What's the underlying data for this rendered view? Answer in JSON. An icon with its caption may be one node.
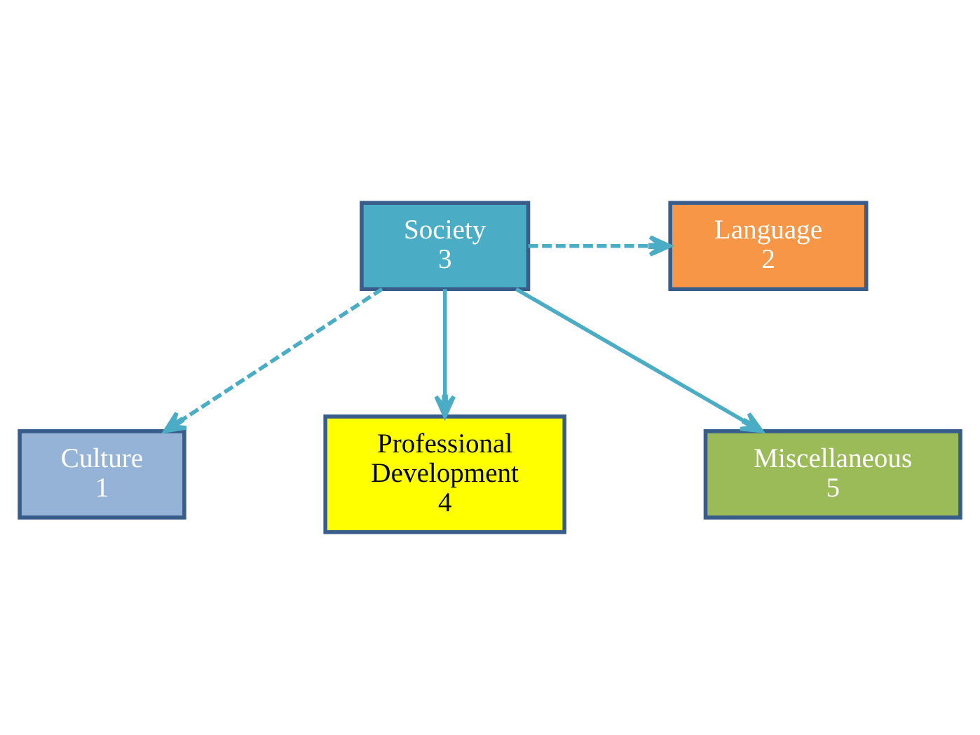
{
  "diagram": {
    "nodes": [
      {
        "text": [
          "Culture",
          "1"
        ]
      },
      {
        "text": [
          "Language",
          "2"
        ]
      },
      {
        "text": [
          "Society",
          "3"
        ]
      },
      {
        "text": [
          "Professional Development",
          "4"
        ]
      },
      {
        "text": [
          "Miscellaneous",
          "5"
        ]
      }
    ],
    "edges": [
      {
        "from": 2,
        "to": 0,
        "arrow": "to",
        "style": "dashed"
      },
      {
        "from": 2,
        "to": 1,
        "arrow": "to",
        "style": "dashed"
      },
      {
        "from": 2,
        "to": 3,
        "arrow": "to"
      },
      {
        "from": 2,
        "to": 4,
        "arrow": "to"
      }
    ]
  }
}
